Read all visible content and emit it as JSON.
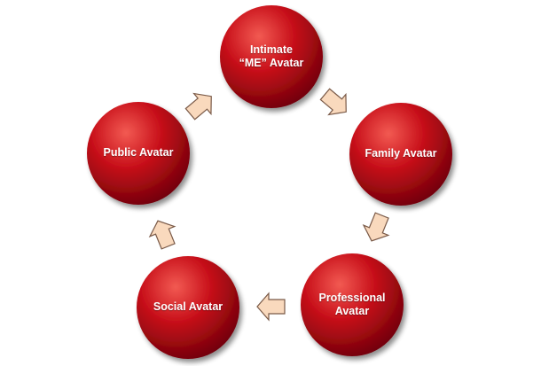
{
  "colors": {
    "circle_fill": "#c8101a",
    "circle_highlight": "#f25a52",
    "circle_shadow": "#6e0008",
    "arrow_fill": "#f9d9bd",
    "arrow_stroke": "#7a5a48"
  },
  "nodes": [
    {
      "id": "intimate",
      "label": "Intimate\n“ME”  Avatar"
    },
    {
      "id": "family",
      "label": "Family Avatar"
    },
    {
      "id": "professional",
      "label": "Professional\nAvatar"
    },
    {
      "id": "social",
      "label": "Social Avatar"
    },
    {
      "id": "public",
      "label": "Public Avatar"
    }
  ],
  "arrows": [
    {
      "from": "intimate",
      "to": "family"
    },
    {
      "from": "family",
      "to": "professional"
    },
    {
      "from": "professional",
      "to": "social"
    },
    {
      "from": "social",
      "to": "public"
    },
    {
      "from": "public",
      "to": "intimate"
    }
  ]
}
